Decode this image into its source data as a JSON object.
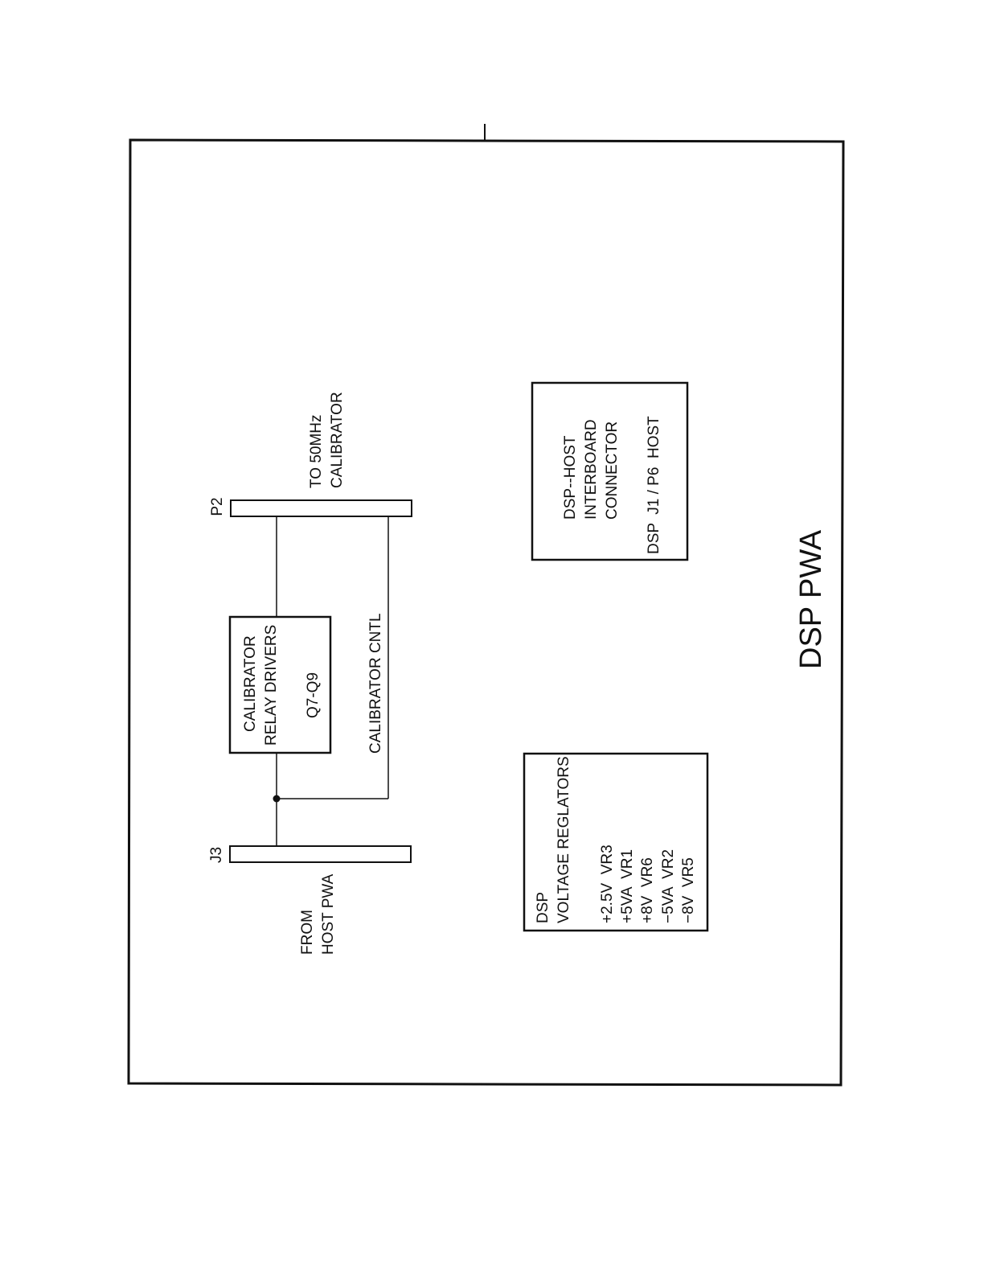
{
  "diagram": {
    "title": "DSP PWA",
    "connectors": {
      "j3": {
        "name": "J3",
        "note_line1": "FROM",
        "note_line2": "HOST PWA"
      },
      "p2": {
        "name": "P2",
        "note_line1": "TO 50MHz",
        "note_line2": "CALIBRATOR"
      }
    },
    "blocks": {
      "relay_drivers": {
        "line1": "CALIBRATOR",
        "line2": "RELAY DRIVERS",
        "line3": "Q7-Q9"
      },
      "interboard": {
        "line1": "DSP--HOST",
        "line2": "INTERBOARD",
        "line3": "CONNECTOR",
        "line4": "DSP  J1 / P6  HOST"
      },
      "regulators": {
        "line1": "DSP",
        "line2": "VOLTAGE REGLATORS",
        "items": [
          "+2.5V  VR3",
          "+5VA  VR1",
          "+8V  VR6",
          "−5VA  VR2",
          "−8V  VR5"
        ]
      }
    },
    "signals": {
      "cal_cntl": "CALIBRATOR CNTL"
    }
  }
}
